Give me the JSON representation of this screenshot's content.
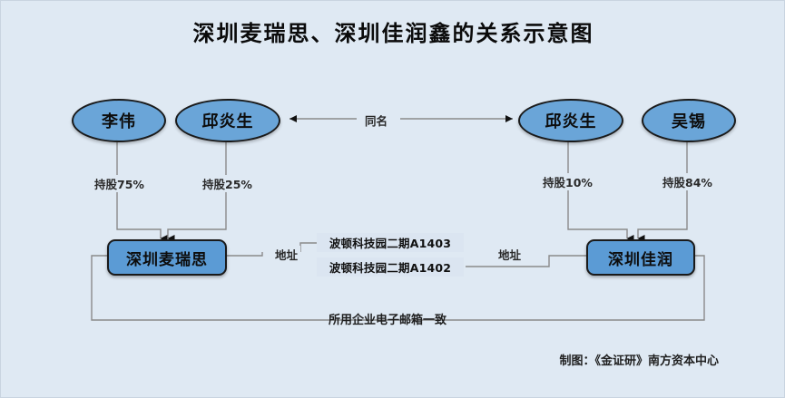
{
  "chart_data": {
    "type": "diagram",
    "title": "深圳麦瑞思、深圳佳润鑫的关系示意图",
    "nodes": [
      {
        "id": "liwei",
        "label": "李伟",
        "shape": "ellipse"
      },
      {
        "id": "qiuyansheng_left",
        "label": "邱炎生",
        "shape": "ellipse"
      },
      {
        "id": "qiuyansheng_right",
        "label": "邱炎生",
        "shape": "ellipse"
      },
      {
        "id": "wuxi",
        "label": "吴锡",
        "shape": "ellipse"
      },
      {
        "id": "mairuisi",
        "label": "深圳麦瑞思",
        "shape": "rect"
      },
      {
        "id": "jiarun",
        "label": "深圳佳润",
        "shape": "rect"
      },
      {
        "id": "addr1",
        "label": "波顿科技园二期A1403",
        "shape": "addr"
      },
      {
        "id": "addr2",
        "label": "波顿科技园二期A1402",
        "shape": "addr"
      }
    ],
    "edges": [
      {
        "from": "liwei",
        "to": "mairuisi",
        "label": "持股75%"
      },
      {
        "from": "qiuyansheng_left",
        "to": "mairuisi",
        "label": "持股25%"
      },
      {
        "from": "qiuyansheng_right",
        "to": "jiarun",
        "label": "持股10%"
      },
      {
        "from": "wuxi",
        "to": "jiarun",
        "label": "持股84%"
      },
      {
        "from": "qiuyansheng_left",
        "to": "qiuyansheng_right",
        "label": "同名"
      },
      {
        "from": "mairuisi",
        "to": "addr1",
        "label": "地址"
      },
      {
        "from": "jiarun",
        "to": "addr2",
        "label": "地址"
      },
      {
        "from": "jiarun",
        "to": "mairuisi",
        "label": "所用企业电子邮箱一致"
      }
    ]
  },
  "title": "深圳麦瑞思、深圳佳润鑫的关系示意图",
  "nodes": {
    "liwei": "李伟",
    "qiu_left": "邱炎生",
    "qiu_right": "邱炎生",
    "wuxi": "吴锡",
    "mairuisi": "深圳麦瑞思",
    "jiarun": "深圳佳润"
  },
  "labels": {
    "share_75": "持股75%",
    "share_25": "持股25%",
    "share_10": "持股10%",
    "share_84": "持股84%",
    "same_name": "同名",
    "address_left": "地址",
    "address_right": "地址",
    "addr_1403": "波顿科技园二期A1403",
    "addr_1402": "波顿科技园二期A1402",
    "email_same": "所用企业电子邮箱一致"
  },
  "credit": "制图：《金证研》南方资本中心",
  "colors": {
    "background": "#dfe9f3",
    "node_fill": "#6aa5d8",
    "rect_fill": "#5b9bd5",
    "node_stroke": "#1a1a1a",
    "connector": "#7f7f7f",
    "addr_fill": "#dbe5f1",
    "text": "#0d0d0d"
  }
}
